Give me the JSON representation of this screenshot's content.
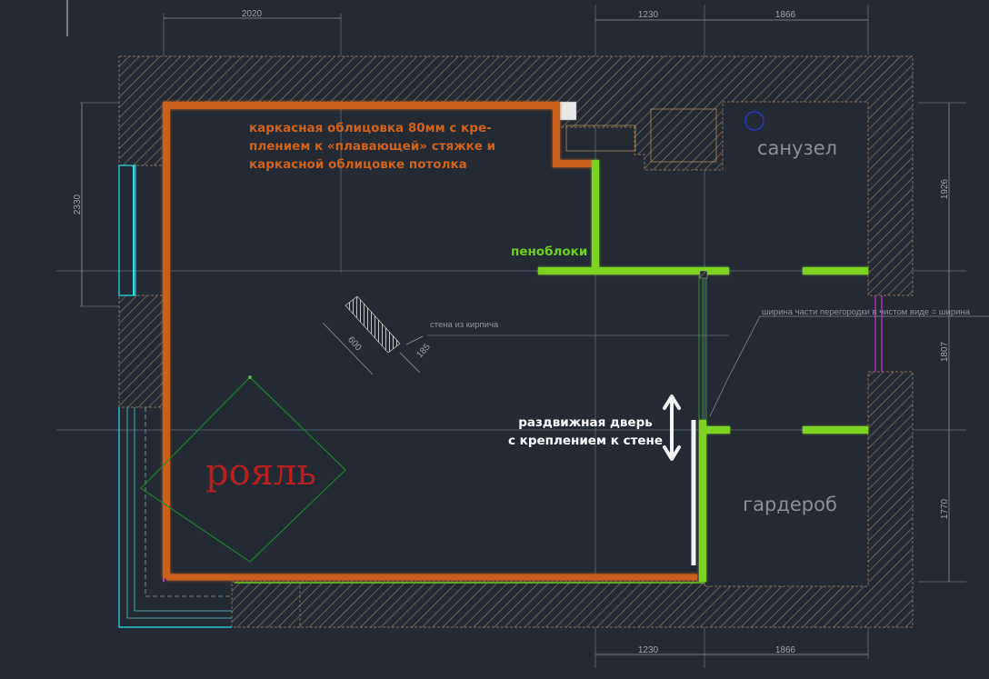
{
  "dimensions": {
    "top_left_width": "2020",
    "top_mid_width": "1230",
    "top_right_width": "1866",
    "bottom_mid_width": "1230",
    "bottom_right_width": "1866",
    "left_height": "2330",
    "right_bath_height": "1926",
    "right_mid_height": "1807",
    "right_wardrobe_height": "1770",
    "brick_length": "600",
    "brick_thickness": "185"
  },
  "notes": {
    "cladding_line1": "каркасная облицовка 80мм с кре-",
    "cladding_line2": "плением к «плавающей» стяжке и",
    "cladding_line3": "каркасной облицовке потолка",
    "foam_blocks": "пеноблоки",
    "brick_wall": "стена из кирпича",
    "partition_width": "ширина части перегородки в чистом виде = ширина",
    "sliding_door_line1": "раздвижная дверь",
    "sliding_door_line2": "с креплением к стене"
  },
  "rooms": {
    "bathroom": "санузел",
    "wardrobe": "гардероб",
    "piano": "рояль"
  },
  "colors": {
    "background": "#232a34",
    "wall_hatch": "#a8865e",
    "cladding": "#c9611b",
    "foam_block": "#7ed321",
    "window": "#29e1e8",
    "piano_outline": "#1f8a2a",
    "piano_label": "#b8201f",
    "guide_line": "#6b7d91"
  }
}
